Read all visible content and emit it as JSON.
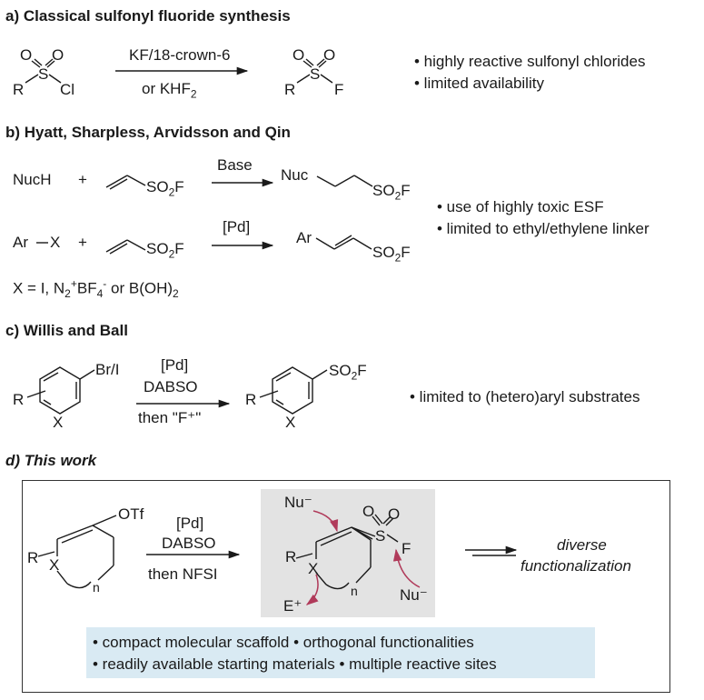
{
  "sections": {
    "a": {
      "title": "a) Classical sulfonyl fluoride synthesis",
      "reagent_top": "KF/18-crown-6",
      "reagent_bottom_main": "or KHF",
      "reagent_bottom_sub": "2",
      "bullets": [
        "• highly reactive sulfonyl chlorides",
        "• limited availability"
      ]
    },
    "b": {
      "title": "b) Hyatt, Sharpless, Arvidsson and Qin",
      "nuch": "NucH",
      "plus": "+",
      "base": "Base",
      "nuc": "Nuc",
      "arx": "Ar",
      "x": "X",
      "pd": "[Pd]",
      "ar": "Ar",
      "x_def_main": "X = I, N",
      "x_def_rest": "BF",
      "x_def_or": " or B(OH)",
      "bullets": [
        "• use of highly toxic ESF",
        "• limited to ethyl/ethylene linker"
      ]
    },
    "c": {
      "title": "c) Willis and Ball",
      "br": "Br/I",
      "pd": "[Pd]",
      "dabso": "DABSO",
      "then_f": "then \"F⁺\"",
      "bullets": [
        "• limited to (hetero)aryl substrates"
      ]
    },
    "d": {
      "title": "d) This work",
      "otf": "OTf",
      "pd": "[Pd]",
      "dabso": "DABSO",
      "then": "then NFSI",
      "nu_top": "Nu⁻",
      "nu_right": "Nu⁻",
      "e_plus": "E⁺",
      "outcome": [
        "diverse",
        "functionalization"
      ],
      "bullets": [
        "• compact molecular scaffold • orthogonal functionalities",
        "• readily available starting materials • multiple reactive sites"
      ]
    }
  },
  "atoms": {
    "S": "S",
    "O": "O",
    "Cl": "Cl",
    "F": "F",
    "R": "R",
    "X": "X",
    "n": "n",
    "SO": "SO",
    "two": "2",
    "plus_sign": "+",
    "minus_sign": "-",
    "four": "4"
  },
  "colors": {
    "arrow_curve": "#b03a5a",
    "grey_box": "#e3e3e3",
    "blue_box": "#d9eaf3"
  }
}
